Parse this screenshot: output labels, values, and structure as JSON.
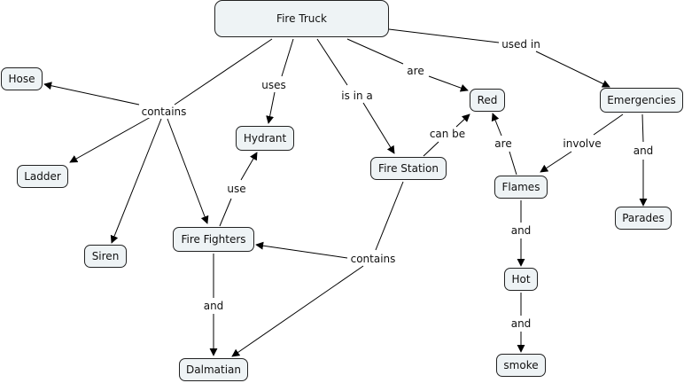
{
  "diagram": {
    "type": "concept-map",
    "nodes": {
      "fire_truck": "Fire Truck",
      "hose": "Hose",
      "ladder": "Ladder",
      "siren": "Siren",
      "hydrant": "Hydrant",
      "fire_fighters": "Fire Fighters",
      "dalmatian": "Dalmatian",
      "fire_station": "Fire Station",
      "red": "Red",
      "emergencies": "Emergencies",
      "flames": "Flames",
      "parades": "Parades",
      "hot": "Hot",
      "smoke": "smoke"
    },
    "linking_phrases": {
      "contains_truck": "contains",
      "uses": "uses",
      "is_in_a": "is in a",
      "are_truck": "are",
      "used_in": "used in",
      "use": "use",
      "can_be": "can be",
      "are_flames": "are",
      "involve": "involve",
      "and_emergencies": "and",
      "contains_station": "contains",
      "and_fighters": "and",
      "and_flames": "and",
      "and_hot": "and"
    },
    "relations": [
      {
        "from": "Fire Truck",
        "via": "contains",
        "to": [
          "Hose",
          "Ladder",
          "Siren",
          "Fire Fighters"
        ]
      },
      {
        "from": "Fire Truck",
        "via": "uses",
        "to": [
          "Hydrant"
        ]
      },
      {
        "from": "Fire Truck",
        "via": "is in a",
        "to": [
          "Fire Station"
        ]
      },
      {
        "from": "Fire Truck",
        "via": "are",
        "to": [
          "Red"
        ]
      },
      {
        "from": "Fire Truck",
        "via": "used in",
        "to": [
          "Emergencies"
        ]
      },
      {
        "from": "Fire Fighters",
        "via": "use",
        "to": [
          "Hydrant"
        ]
      },
      {
        "from": "Fire Fighters",
        "via": "and",
        "to": [
          "Dalmatian"
        ]
      },
      {
        "from": "Fire Station",
        "via": "can be",
        "to": [
          "Red"
        ]
      },
      {
        "from": "Fire Station",
        "via": "contains",
        "to": [
          "Fire Fighters",
          "Dalmatian"
        ]
      },
      {
        "from": "Flames",
        "via": "are",
        "to": [
          "Red"
        ]
      },
      {
        "from": "Emergencies",
        "via": "involve",
        "to": [
          "Flames"
        ]
      },
      {
        "from": "Emergencies",
        "via": "and",
        "to": [
          "Parades"
        ]
      },
      {
        "from": "Flames",
        "via": "and",
        "to": [
          "Hot"
        ]
      },
      {
        "from": "Hot",
        "via": "and",
        "to": [
          "smoke"
        ]
      }
    ]
  }
}
